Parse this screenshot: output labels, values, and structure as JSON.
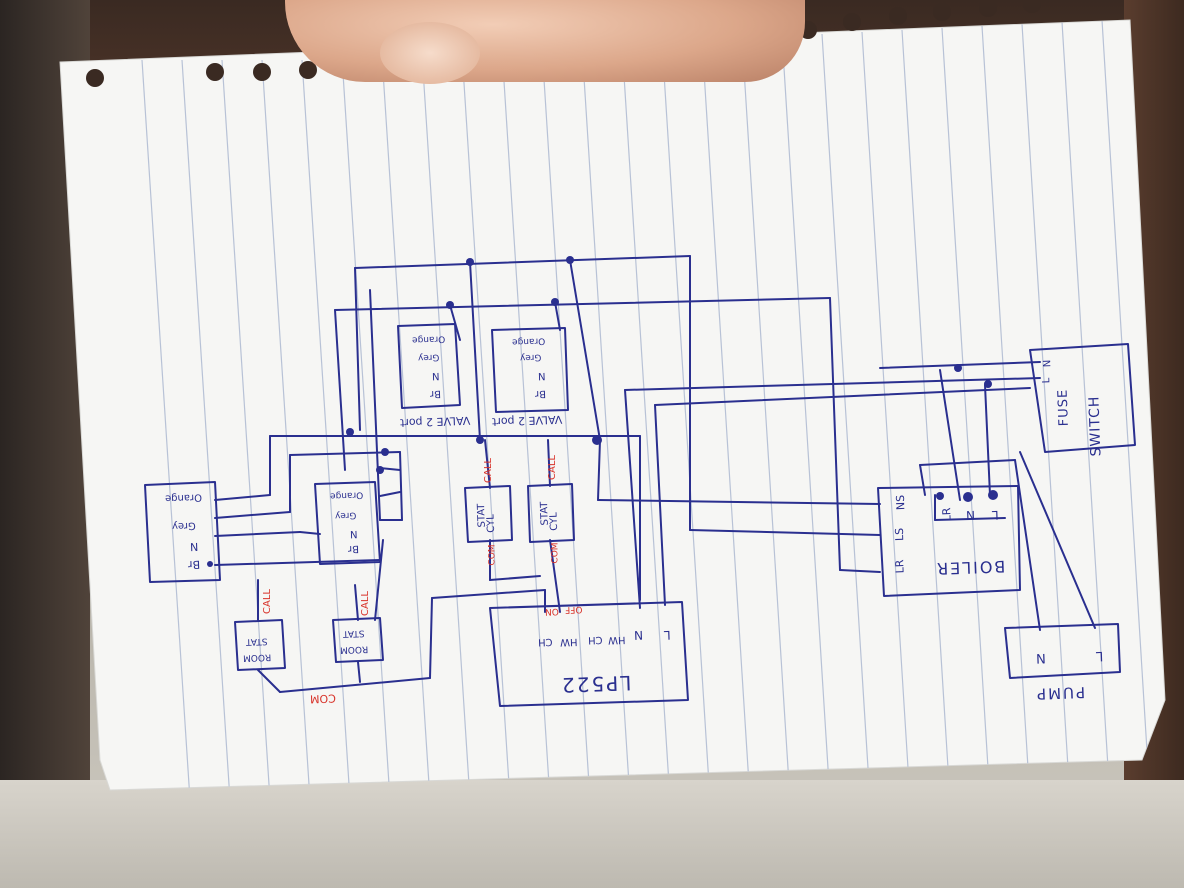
{
  "colors": {
    "ink": "#2a2f8f",
    "red_ink": "#d8332a",
    "paper": "#f6f6f4",
    "rule_line": "#b8c2d6"
  },
  "components": {
    "lp522": {
      "label": "LP522"
    },
    "lp522_terminals": [
      "L",
      "N",
      "HW",
      "CH",
      "HW",
      "CH"
    ],
    "lp522_terminal_labels_red": [
      "ON",
      "OFF"
    ],
    "boiler": {
      "label": "BOILER"
    },
    "boiler_terminals": [
      "L",
      "N",
      "LR",
      "LS",
      "NS",
      "LR"
    ],
    "switch_fuse": {
      "line1": "SWITCH",
      "line2": "FUSE",
      "terminals": [
        "L",
        "N"
      ]
    },
    "pump": {
      "label": "PUMP",
      "terminals": [
        "L",
        "N"
      ]
    },
    "valve1": {
      "label": "VALVE 2 port"
    },
    "valve2": {
      "label": "VALVE 2 port"
    },
    "valve_wires": [
      "Br",
      "N",
      "Grey",
      "Orange"
    ],
    "zone_valve_left": {
      "wires": [
        "Br",
        "N",
        "Grey",
        "Orange"
      ]
    },
    "zone_valve_mid": {
      "wires": [
        "Br",
        "N",
        "Grey",
        "Orange"
      ]
    },
    "cyl_stat_1": {
      "line1": "CYL",
      "line2": "STAT",
      "call": "CALL",
      "com": "COM"
    },
    "cyl_stat_2": {
      "line1": "CYL",
      "line2": "STAT",
      "call": "CALL",
      "com": "COM"
    },
    "room_stat_1": {
      "line1": "ROOM",
      "line2": "STAT",
      "call": "CALL"
    },
    "room_stat_2": {
      "line1": "ROOM",
      "line2": "STAT",
      "call": "CALL"
    },
    "room_com": "COM"
  }
}
